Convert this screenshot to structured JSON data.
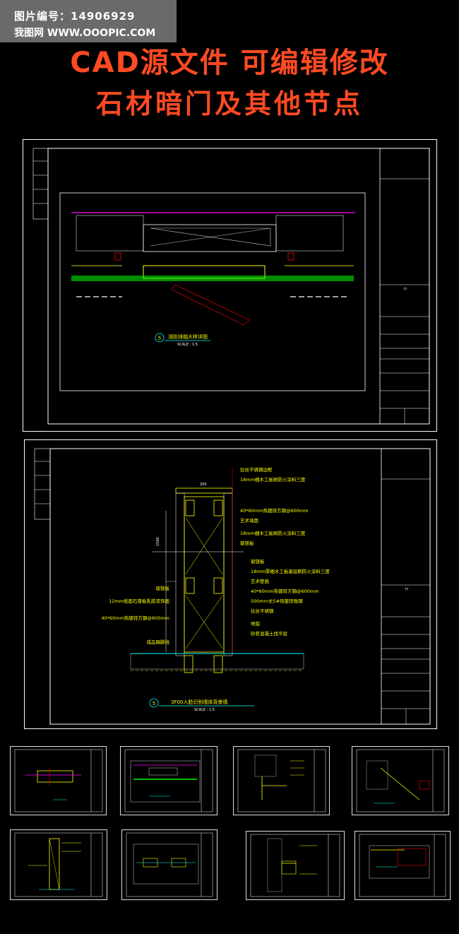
{
  "header": {
    "image_id_label": "图片编号：14906929",
    "site_label": "我图网 WWW.OOOPIC.COM",
    "title_line1": "CAD源文件  可编辑修改",
    "title_line2": "石材暗门及其他节点"
  },
  "drawing1": {
    "title": "消防排烟大样详图",
    "scale": "SCALE : 1:5",
    "tag": "5",
    "sheet_no": "??"
  },
  "drawing2": {
    "title": "3F00人脸识别墙体背景墙",
    "scale": "SCALE : 1:5",
    "tag": "5",
    "sheet_no": "??",
    "dimension": "200",
    "height_dim": "1560",
    "notes_right": [
      "拉丝不锈钢边框",
      "18mm细木工板刷防火涂料三度",
      "40*60mm热镀锌方钢@600mm",
      "艺术墙面",
      "18mm细木工板刷防火涂料三度",
      "玻镁板",
      "玻镁板",
      "18mm厚细木工板基层刷防火涂料三度",
      "艺术壁画",
      "40*60mm热镀锌方钢@600mm",
      "500mm长5#热镀锌角钢",
      "拉丝不锈钢",
      "地毯",
      "砂浆混凝土找平层"
    ],
    "notes_left": [
      "玻镁板",
      "12mm纸面石膏板乳胶漆饰面",
      "40*60mm热镀锌方钢@600mm",
      "成品踢脚线"
    ]
  },
  "colors": {
    "title_red": "#ff4a22",
    "cad_yellow": "#ffff00",
    "cad_magenta": "#ff00ff",
    "cad_green": "#00ff00",
    "cad_cyan": "#00ffff",
    "cad_red": "#ff0000"
  }
}
